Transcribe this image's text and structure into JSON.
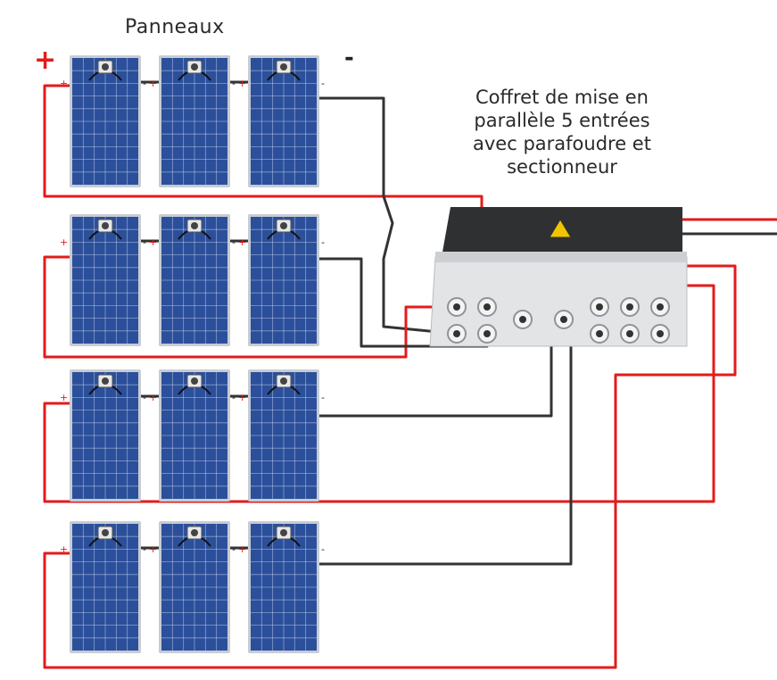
{
  "title": "Panneaux",
  "box_description": [
    "Coffret de mise en",
    "parallèle 5 entrées",
    "avec parafoudre et",
    "sectionneur"
  ],
  "polarity": {
    "plus": "+",
    "minus": "-"
  },
  "strings": [
    {
      "panels": 3
    },
    {
      "panels": 3
    },
    {
      "panels": 3
    },
    {
      "panels": 3
    }
  ],
  "colors": {
    "positive_wire": "#e31b1b",
    "negative_wire": "#333333",
    "panel_cell": "#2b4f9a",
    "panel_frame": "#c7ccd4",
    "box_body": "#e3e4e6",
    "box_lid": "#2f3031",
    "warning": "#f2c400"
  },
  "icons": [
    "solar-panel-icon",
    "junction-box-icon",
    "warning-icon",
    "cable-gland-icon"
  ]
}
